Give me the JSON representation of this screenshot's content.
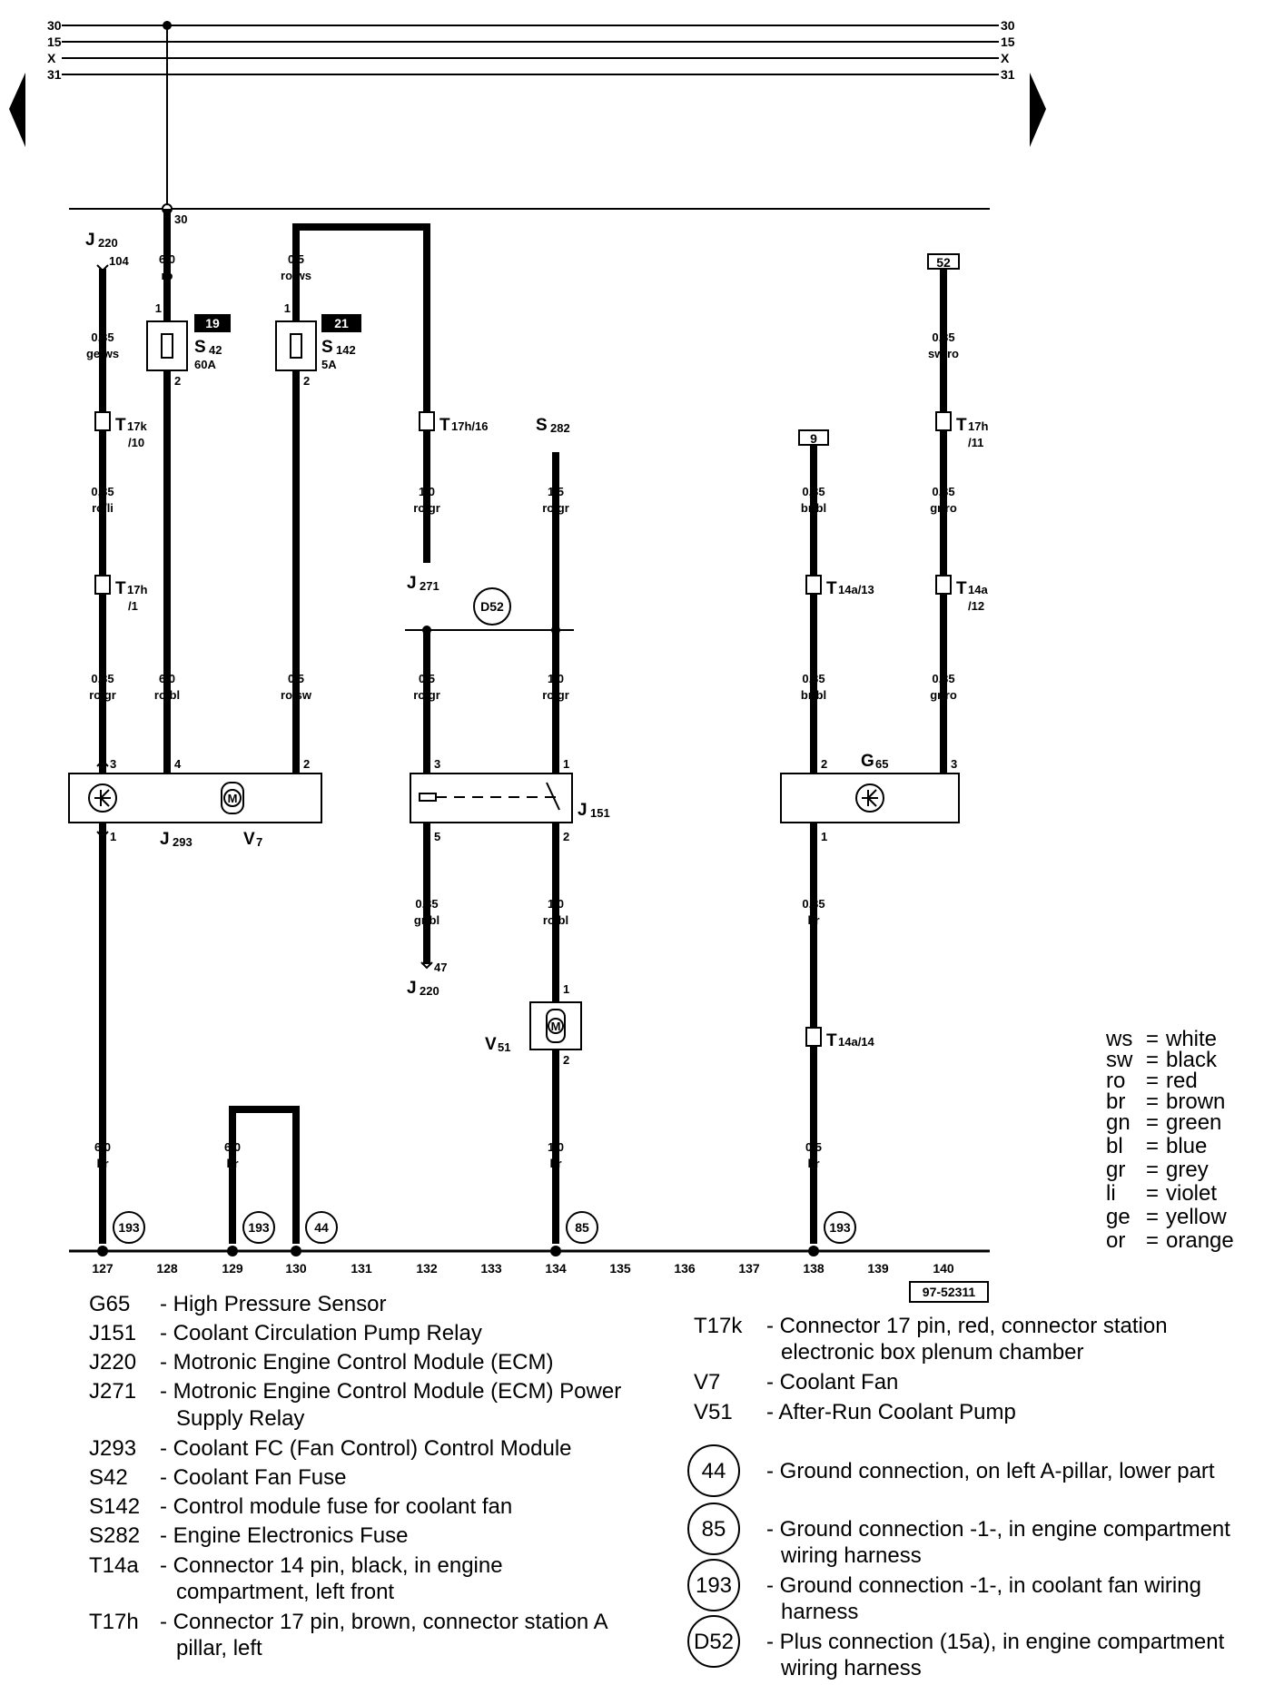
{
  "bus_lines": [
    "30",
    "15",
    "X",
    "31"
  ],
  "bus_tap": "30",
  "components": {
    "j220_top": {
      "id": "J",
      "sub": "220",
      "pin": "104"
    },
    "j220_bottom": {
      "id": "J",
      "sub": "220",
      "pin": "47"
    },
    "s42": {
      "id": "S",
      "sub": "42",
      "rating": "60A",
      "ref": "19",
      "pin_in": "1",
      "pin_out": "2"
    },
    "s142": {
      "id": "S",
      "sub": "142",
      "rating": "5A",
      "ref": "21",
      "pin_in": "1",
      "pin_out": "2"
    },
    "s282": {
      "id": "S",
      "sub": "282"
    },
    "j271": {
      "id": "J",
      "sub": "271"
    },
    "j293": {
      "id": "J",
      "sub": "293",
      "pins": [
        "3",
        "4",
        "2",
        "1"
      ]
    },
    "v7": {
      "id": "V",
      "sub": "7"
    },
    "j151": {
      "id": "J",
      "sub": "151",
      "pins": [
        "3",
        "1",
        "5",
        "2"
      ]
    },
    "v51": {
      "id": "V",
      "sub": "51",
      "pins": [
        "1",
        "2"
      ]
    },
    "g65": {
      "id": "G",
      "sub": "65",
      "pins": [
        "2",
        "3",
        "1"
      ]
    },
    "motor_symbol": "M",
    "ref_52": "52",
    "ref_9": "9",
    "d52": "D52"
  },
  "connectors": {
    "t17k": {
      "id": "T",
      "sub": "17k",
      "pin": "/10"
    },
    "t17h_1": {
      "id": "T",
      "sub": "17h",
      "pin": "/1"
    },
    "t17h_16": {
      "id": "T",
      "sub": "17h/16"
    },
    "t14a_13": {
      "id": "T",
      "sub": "14a/13"
    },
    "t17h_11": {
      "id": "T",
      "sub": "17h",
      "pin": "/11"
    },
    "t14a_12": {
      "id": "T",
      "sub": "14a",
      "pin": "/12"
    },
    "t14a_14": {
      "id": "T",
      "sub": "14a/14"
    }
  },
  "wires": {
    "w_s42_in": {
      "size": "6,0",
      "color": "ro"
    },
    "w_s142_in": {
      "size": "0,5",
      "color": "ro/ws"
    },
    "w_j220_1": {
      "size": "0,35",
      "color": "ge/ws"
    },
    "w_j220_2": {
      "size": "0,35",
      "color": "ro/li"
    },
    "w_j220_3": {
      "size": "0,35",
      "color": "ro/gr"
    },
    "w_s42_out": {
      "size": "6,0",
      "color": "ro/bl"
    },
    "w_s142_out": {
      "size": "0,5",
      "color": "ro/sw"
    },
    "w_j271": {
      "size": "1,0",
      "color": "ro/gr"
    },
    "w_s282": {
      "size": "1,5",
      "color": "ro/gr"
    },
    "w_d52_left": {
      "size": "0,5",
      "color": "ro/gr"
    },
    "w_d52_right": {
      "size": "1,0",
      "color": "ro/gr"
    },
    "w_j151_out5": {
      "size": "0,35",
      "color": "gr/bl"
    },
    "w_j151_out2": {
      "size": "1,0",
      "color": "ro/bl"
    },
    "w_9_a": {
      "size": "0,35",
      "color": "br/bl"
    },
    "w_9_b": {
      "size": "0,35",
      "color": "br/bl"
    },
    "w_g65_out": {
      "size": "0,35",
      "color": "br"
    },
    "w_52_a": {
      "size": "0,35",
      "color": "sw/ro"
    },
    "w_52_b": {
      "size": "0,35",
      "color": "gr/ro"
    },
    "w_52_c": {
      "size": "0,35",
      "color": "gr/ro"
    },
    "w_gnd_127": {
      "size": "6,0",
      "color": "br"
    },
    "w_gnd_129": {
      "size": "6,0",
      "color": "br"
    },
    "w_gnd_134": {
      "size": "1,0",
      "color": "br"
    },
    "w_gnd_138": {
      "size": "0,5",
      "color": "br"
    }
  },
  "grounds": {
    "g127": "193",
    "g129": "193",
    "g130": "44",
    "g134": "85",
    "g138": "193"
  },
  "tracks": [
    "127",
    "128",
    "129",
    "130",
    "131",
    "132",
    "133",
    "134",
    "135",
    "136",
    "137",
    "138",
    "139",
    "140"
  ],
  "figure_ref": "97-52311",
  "color_legend": [
    {
      "code": "ws",
      "name": "white"
    },
    {
      "code": "sw",
      "name": "black"
    },
    {
      "code": "ro",
      "name": "red"
    },
    {
      "code": "br",
      "name": "brown"
    },
    {
      "code": "gn",
      "name": "green"
    },
    {
      "code": "bl",
      "name": "blue"
    },
    {
      "code": "gr",
      "name": "grey"
    },
    {
      "code": "li",
      "name": "violet"
    },
    {
      "code": "ge",
      "name": "yellow"
    },
    {
      "code": "or",
      "name": "orange"
    }
  ],
  "legend_left": [
    {
      "code": "G65",
      "lines": [
        "- High Pressure Sensor"
      ]
    },
    {
      "code": "J151",
      "lines": [
        "- Coolant Circulation Pump Relay"
      ]
    },
    {
      "code": "J220",
      "lines": [
        "- Motronic Engine Control Module (ECM)"
      ]
    },
    {
      "code": "J271",
      "lines": [
        "- Motronic Engine Control Module (ECM) Power",
        "Supply Relay"
      ]
    },
    {
      "code": "J293",
      "lines": [
        "- Coolant FC (Fan Control) Control Module"
      ]
    },
    {
      "code": "S42",
      "lines": [
        "- Coolant Fan Fuse"
      ]
    },
    {
      "code": "S142",
      "lines": [
        "- Control module fuse for coolant fan"
      ]
    },
    {
      "code": "S282",
      "lines": [
        "- Engine Electronics Fuse"
      ]
    },
    {
      "code": "T14a",
      "lines": [
        "- Connector 14 pin, black, in engine",
        "compartment, left front"
      ]
    },
    {
      "code": "T17h",
      "lines": [
        "- Connector 17 pin, brown, connector station A",
        "pillar, left"
      ]
    }
  ],
  "legend_right": [
    {
      "code": "T17k",
      "lines": [
        "- Connector 17 pin, red, connector station",
        "electronic box plenum chamber"
      ]
    },
    {
      "code": "V7",
      "lines": [
        "- Coolant Fan"
      ]
    },
    {
      "code": "V51",
      "lines": [
        "- After-Run Coolant Pump"
      ]
    }
  ],
  "legend_circles": [
    {
      "code": "44",
      "lines": [
        "- Ground connection, on left A-pillar, lower part"
      ]
    },
    {
      "code": "85",
      "lines": [
        "- Ground connection -1-, in engine compartment",
        "wiring harness"
      ]
    },
    {
      "code": "193",
      "lines": [
        "- Ground connection -1-, in coolant fan wiring",
        "harness"
      ]
    },
    {
      "code": "D52",
      "lines": [
        "- Plus connection (15a), in engine compartment",
        "wiring harness"
      ]
    }
  ]
}
